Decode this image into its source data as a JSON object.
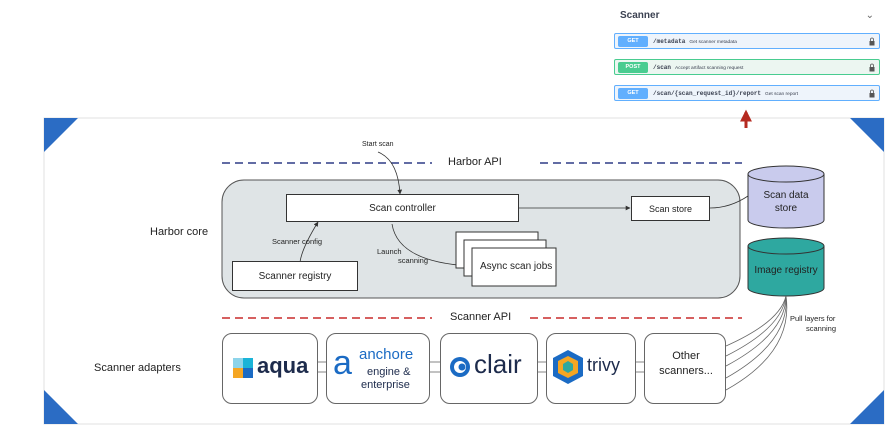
{
  "swagger": {
    "title": "Scanner",
    "operations": [
      {
        "method": "GET",
        "path": "/metadata",
        "summary": "Get scanner metadata"
      },
      {
        "method": "POST",
        "path": "/scan",
        "summary": "Accept artifact scanning request"
      },
      {
        "method": "GET",
        "path": "/scan/{scan_request_id}/report",
        "summary": "Get scan report"
      }
    ]
  },
  "diagram": {
    "harbor_api": "Harbor API",
    "scanner_api": "Scanner API",
    "harbor_core": "Harbor core",
    "scanner_adapters": "Scanner adapters",
    "start_scan": "Start scan",
    "scan_controller": "Scan controller",
    "scan_store": "Scan store",
    "scanner_config": "Scanner config",
    "scanner_registry": "Scanner registry",
    "launch_scanning_1": "Launch",
    "launch_scanning_2": "scanning",
    "async_scan_jobs": "Async scan jobs",
    "scan_data_store_1": "Scan data",
    "scan_data_store_2": "store",
    "image_registry": "Image registry",
    "pull_layers_1": "Pull layers for",
    "pull_layers_2": "scanning",
    "adapters": {
      "aqua": "aqua",
      "anchore": "anchore",
      "anchore_sub_1": "engine &",
      "anchore_sub_2": "enterprise",
      "clair": "clair",
      "trivy": "trivy",
      "other_1": "Other",
      "other_2": "scanners..."
    }
  },
  "colors": {
    "core_fill": "#dfe4e6",
    "scan_data_store": "#c9cbed",
    "image_registry": "#2ea8a0",
    "harbor_api_line": "#2f3b86",
    "scanner_api_line": "#c82b2b",
    "corner": "#2b6cc4",
    "arrow": "#b52a20"
  }
}
